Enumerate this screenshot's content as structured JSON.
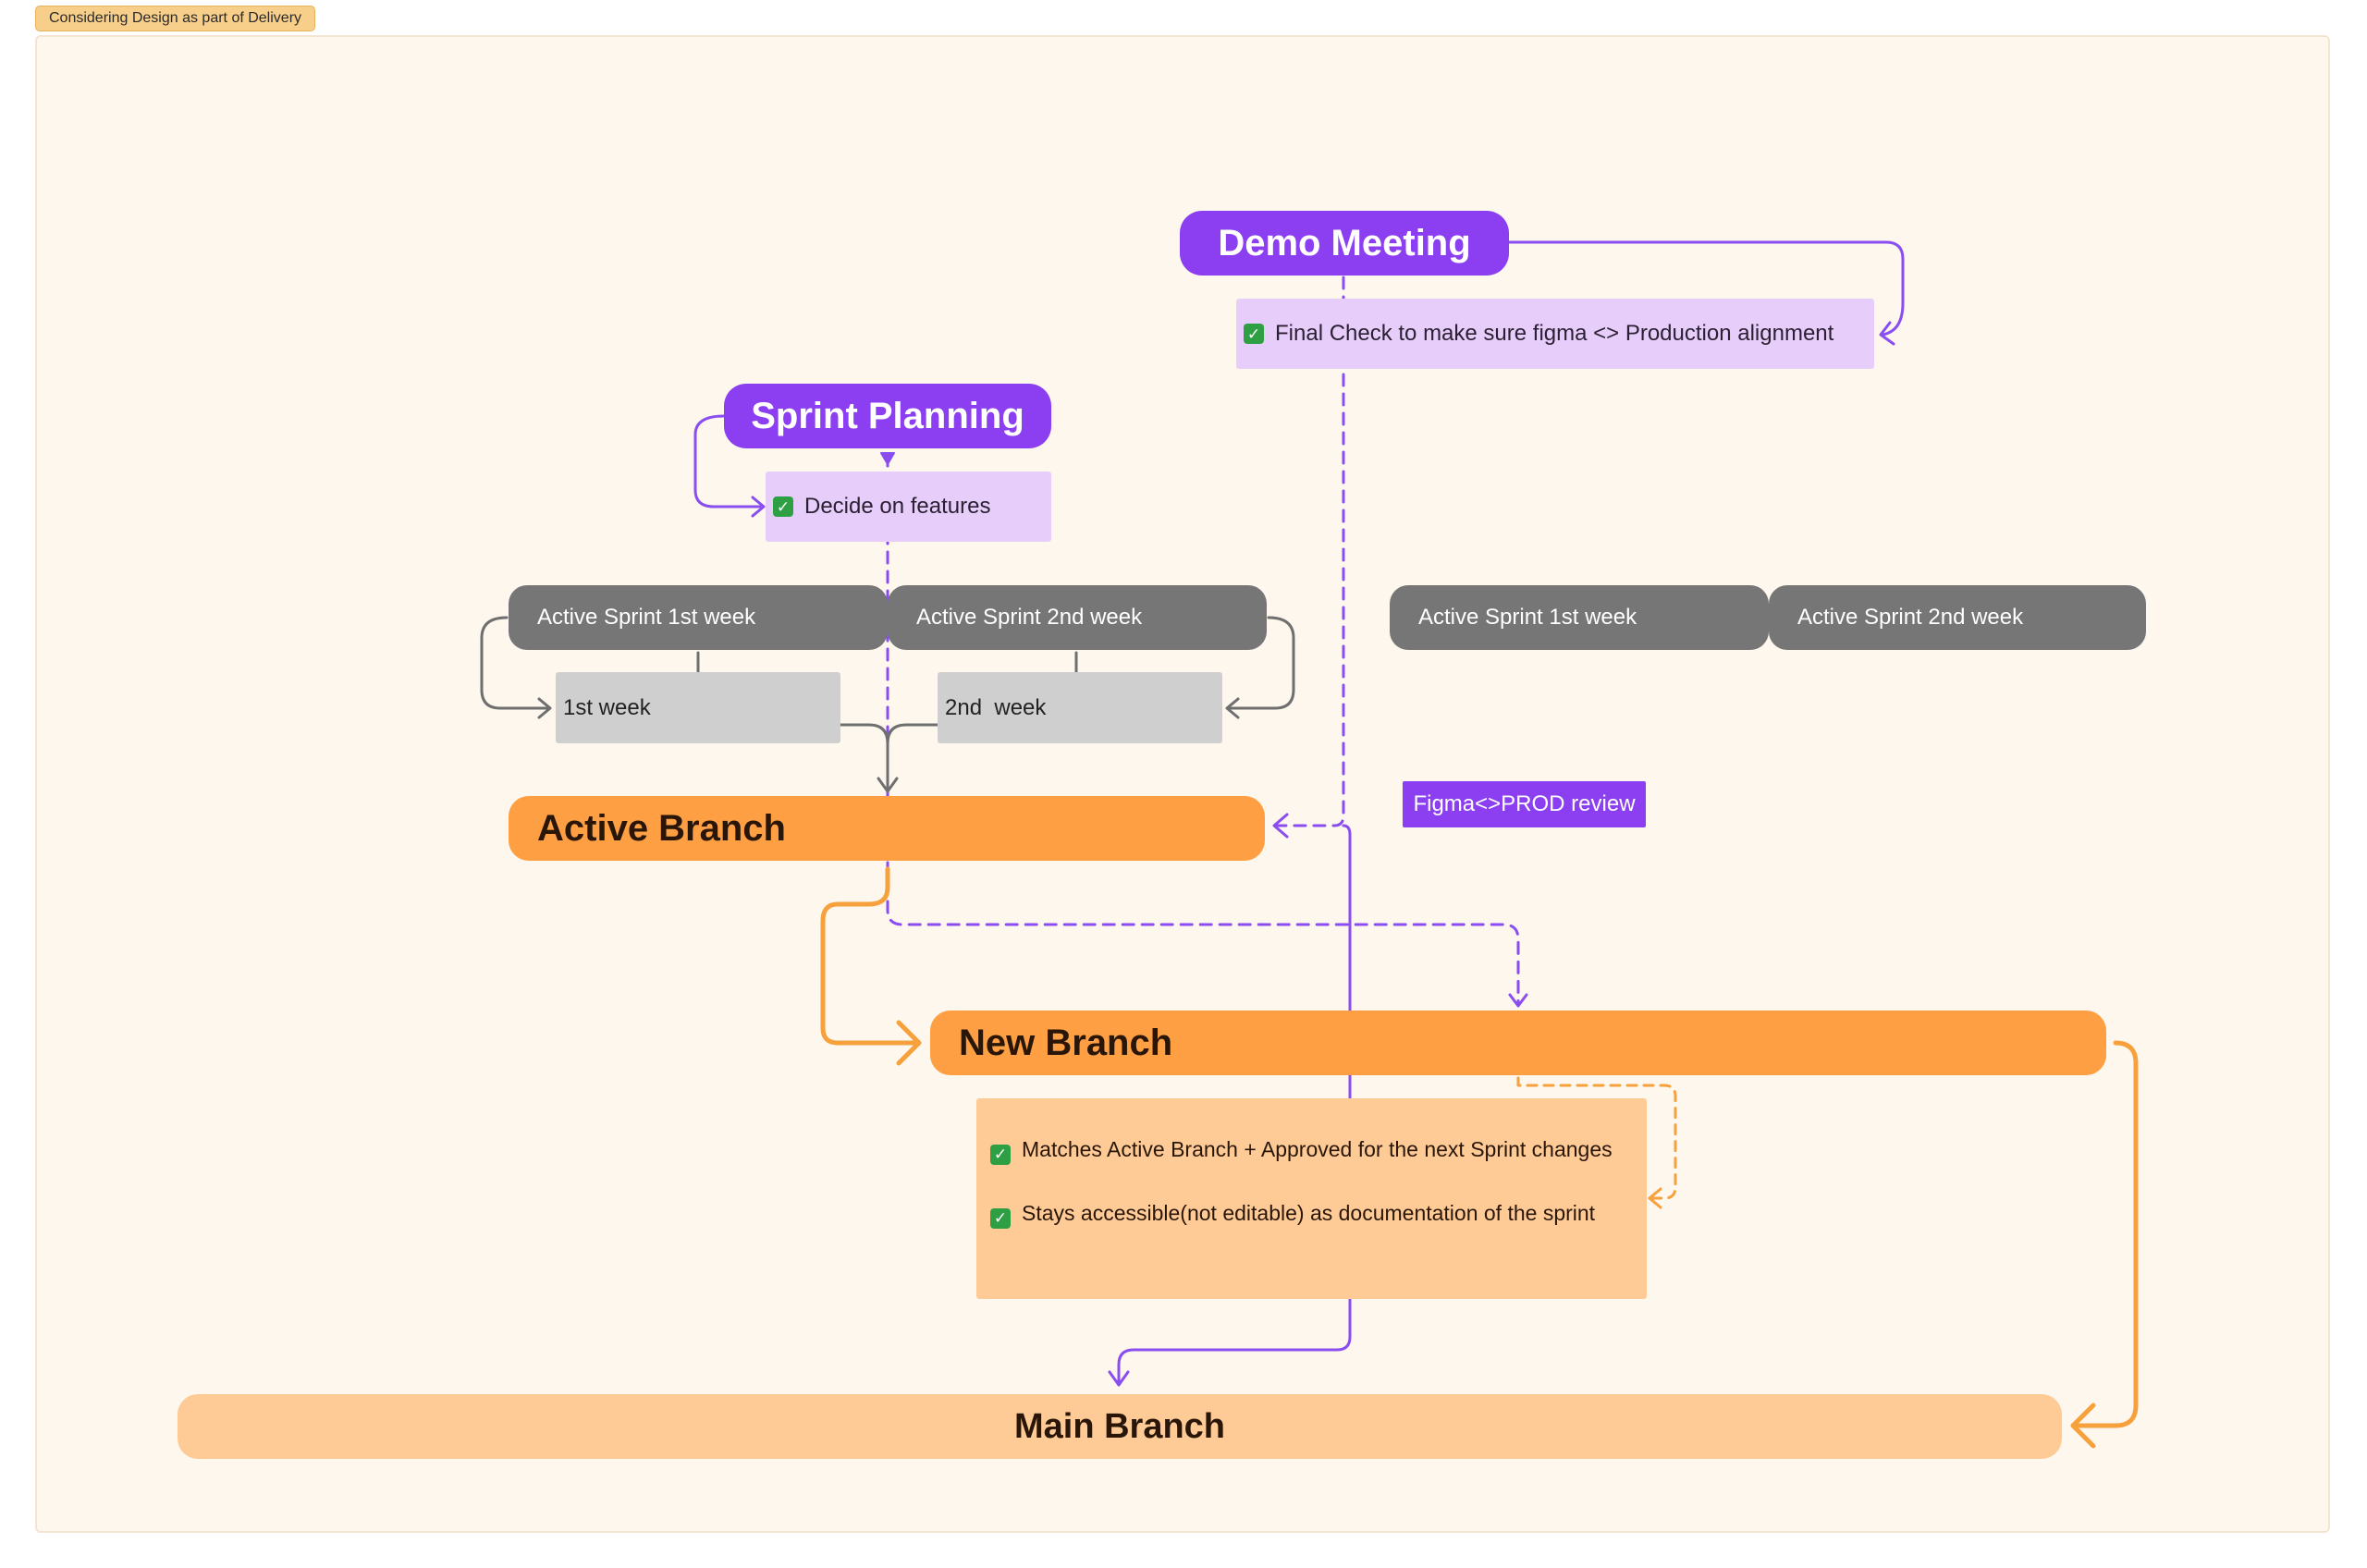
{
  "frame": {
    "title": "Considering Design as part of Delivery"
  },
  "nodes": {
    "demo_meeting": "Demo Meeting",
    "final_check": "Final Check to make sure figma <> Production alignment",
    "sprint_planning": "Sprint Planning",
    "decide_features": "Decide on features",
    "sprint_a_week1": "Active Sprint 1st week",
    "sprint_a_week2": "Active Sprint 2nd week",
    "sprint_b_week1": "Active Sprint 1st week",
    "sprint_b_week2": "Active Sprint 2nd week",
    "week1_box": "1st week",
    "week2_box": "2nd  week",
    "active_branch": "Active Branch",
    "figma_prod_review": "Figma<>PROD review",
    "new_branch": "New Branch",
    "note_matches": "Matches Active Branch + Approved for the next Sprint changes",
    "note_accessible": "Stays accessible(not editable) as documentation of the sprint",
    "main_branch": "Main Branch"
  },
  "icons": {
    "check": "white-check-mark-icon",
    "arrow": "arrow-head-icon"
  },
  "colors": {
    "frame_bg": "#fdf7ee",
    "frame_label_bg": "#f7cf8a",
    "purple": "#8b3ff0",
    "lavender": "#e7cdf9",
    "sprint_gray": "#767676",
    "light_gray": "#cfcfcf",
    "orange": "#ff9f43",
    "peach": "#fecb97",
    "arrow_purple": "#8a4ef0",
    "arrow_orange": "#f7a13c",
    "arrow_gray": "#6f6f6f",
    "check_green": "#2ea043"
  }
}
